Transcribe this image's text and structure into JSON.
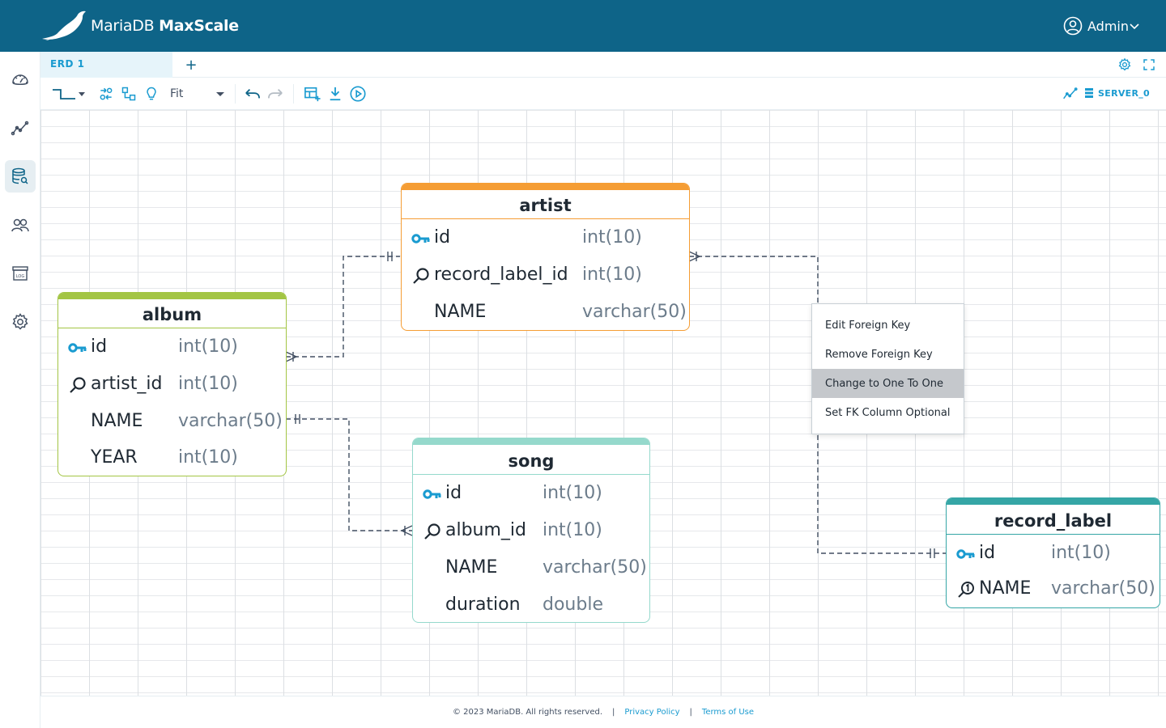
{
  "app": {
    "brand_left": "Maria",
    "brand_mid": "DB",
    "brand_product": "MaxScale",
    "user": "Admin"
  },
  "tabs": [
    {
      "label": "ERD 1"
    }
  ],
  "add_tab_label": "+",
  "toolbar": {
    "zoom_value": "Fit",
    "server_label": "SERVER_0"
  },
  "entities": {
    "artist": {
      "name": "artist",
      "color": "#f59d34",
      "columns": [
        {
          "icon": "key-icon",
          "name": "id",
          "type": "int(10)"
        },
        {
          "icon": "index-icon",
          "name": "record_label_id",
          "type": "int(10)"
        },
        {
          "icon": "",
          "name": "NAME",
          "type": "varchar(50)"
        }
      ]
    },
    "album": {
      "name": "album",
      "color": "#a3c544",
      "columns": [
        {
          "icon": "key-icon",
          "name": "id",
          "type": "int(10)"
        },
        {
          "icon": "index-icon",
          "name": "artist_id",
          "type": "int(10)"
        },
        {
          "icon": "",
          "name": "NAME",
          "type": "varchar(50)"
        },
        {
          "icon": "",
          "name": "YEAR",
          "type": "int(10)"
        }
      ]
    },
    "song": {
      "name": "song",
      "color": "#95d9cc",
      "columns": [
        {
          "icon": "key-icon",
          "name": "id",
          "type": "int(10)"
        },
        {
          "icon": "index-icon",
          "name": "album_id",
          "type": "int(10)"
        },
        {
          "icon": "",
          "name": "NAME",
          "type": "varchar(50)"
        },
        {
          "icon": "",
          "name": "duration",
          "type": "double"
        }
      ]
    },
    "record_label": {
      "name": "record_label",
      "color": "#35a6a6",
      "columns": [
        {
          "icon": "key-icon",
          "name": "id",
          "type": "int(10)"
        },
        {
          "icon": "unique-index-icon",
          "name": "NAME",
          "type": "varchar(50)"
        }
      ]
    }
  },
  "context_menu": {
    "items": [
      {
        "label": "Edit Foreign Key"
      },
      {
        "label": "Remove Foreign Key"
      },
      {
        "label": "Change to One To One",
        "hovered": true
      },
      {
        "label": "Set FK Column Optional"
      }
    ]
  },
  "footer": {
    "copyright": "© 2023 MariaDB. All rights reserved.",
    "separator": "|",
    "privacy": "Privacy Policy",
    "terms": "Terms of Use"
  },
  "colors": {
    "header_bg": "#0e6488",
    "accent": "#1a9bd0",
    "key_icon": "#1a9bd0"
  }
}
